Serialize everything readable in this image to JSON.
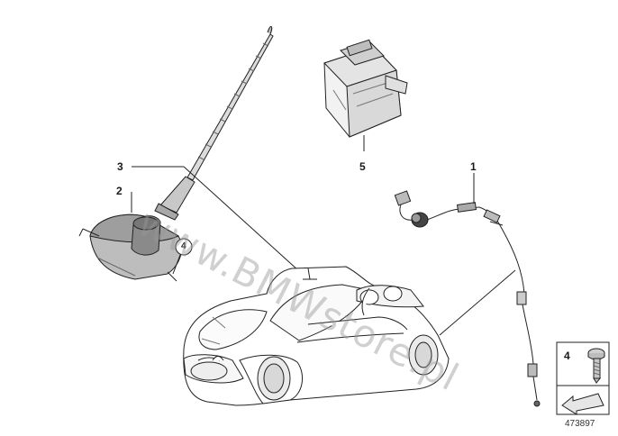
{
  "watermark": "www.BMWstore.pl",
  "callouts": {
    "part1": "1",
    "part2": "2",
    "part3": "3",
    "part4_circled": "4",
    "part5": "5"
  },
  "legend": {
    "item_number": "4"
  },
  "reference_number": "473897",
  "colors": {
    "line": "#222222",
    "shade": "#9a9a9a",
    "watermark": "#969696"
  }
}
